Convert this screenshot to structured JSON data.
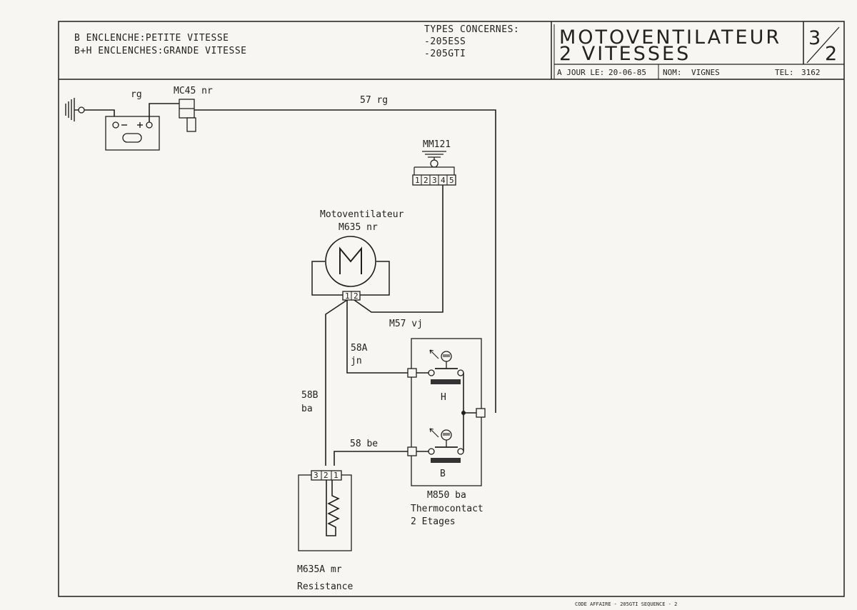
{
  "header": {
    "note_line1": "B ENCLENCHE:PETITE VITESSE",
    "note_line2": "B+H ENCLENCHES:GRANDE VITESSE",
    "types_label": "TYPES CONCERNES:",
    "type1": "-205ESS",
    "type2": "-205GTI",
    "title_line1": "MOTOVENTILATEUR",
    "title_line2": "2 VITESSES",
    "sheet_num": "3",
    "sheet_total": "2",
    "date_label": "A JOUR LE:",
    "date_value": "20-06-85",
    "name_label": "NOM:",
    "name_value": "VIGNES",
    "tel_label": "TEL:",
    "tel_value": "3162"
  },
  "diagram": {
    "battery_wire": "rg",
    "connector_mc45": "MC45 nr",
    "wire_57": "57 rg",
    "connector_mm121": "MM121",
    "mm121_pins": [
      "1",
      "2",
      "3",
      "4",
      "5"
    ],
    "motor_name": "Motoventilateur",
    "motor_code": "M635 nr",
    "motor_pins": [
      "1",
      "2"
    ],
    "wire_m57": "M57 vj",
    "wire_58a_code": "58A",
    "wire_58a_color": "jn",
    "wire_58b_code": "58B",
    "wire_58b_color": "ba",
    "wire_58be": "58 be",
    "resistor_pins": [
      "3",
      "2",
      "1"
    ],
    "resistor_code": "M635A mr",
    "resistor_name": "Resistance",
    "switch_h": "H",
    "switch_b": "B",
    "thermo_code": "M850 ba",
    "thermo_name": "Thermocontact",
    "thermo_stages": "2 Etages"
  },
  "footer": {
    "code": "CODE AFFAIRE - 205GTI SEQUENCE - 2"
  }
}
